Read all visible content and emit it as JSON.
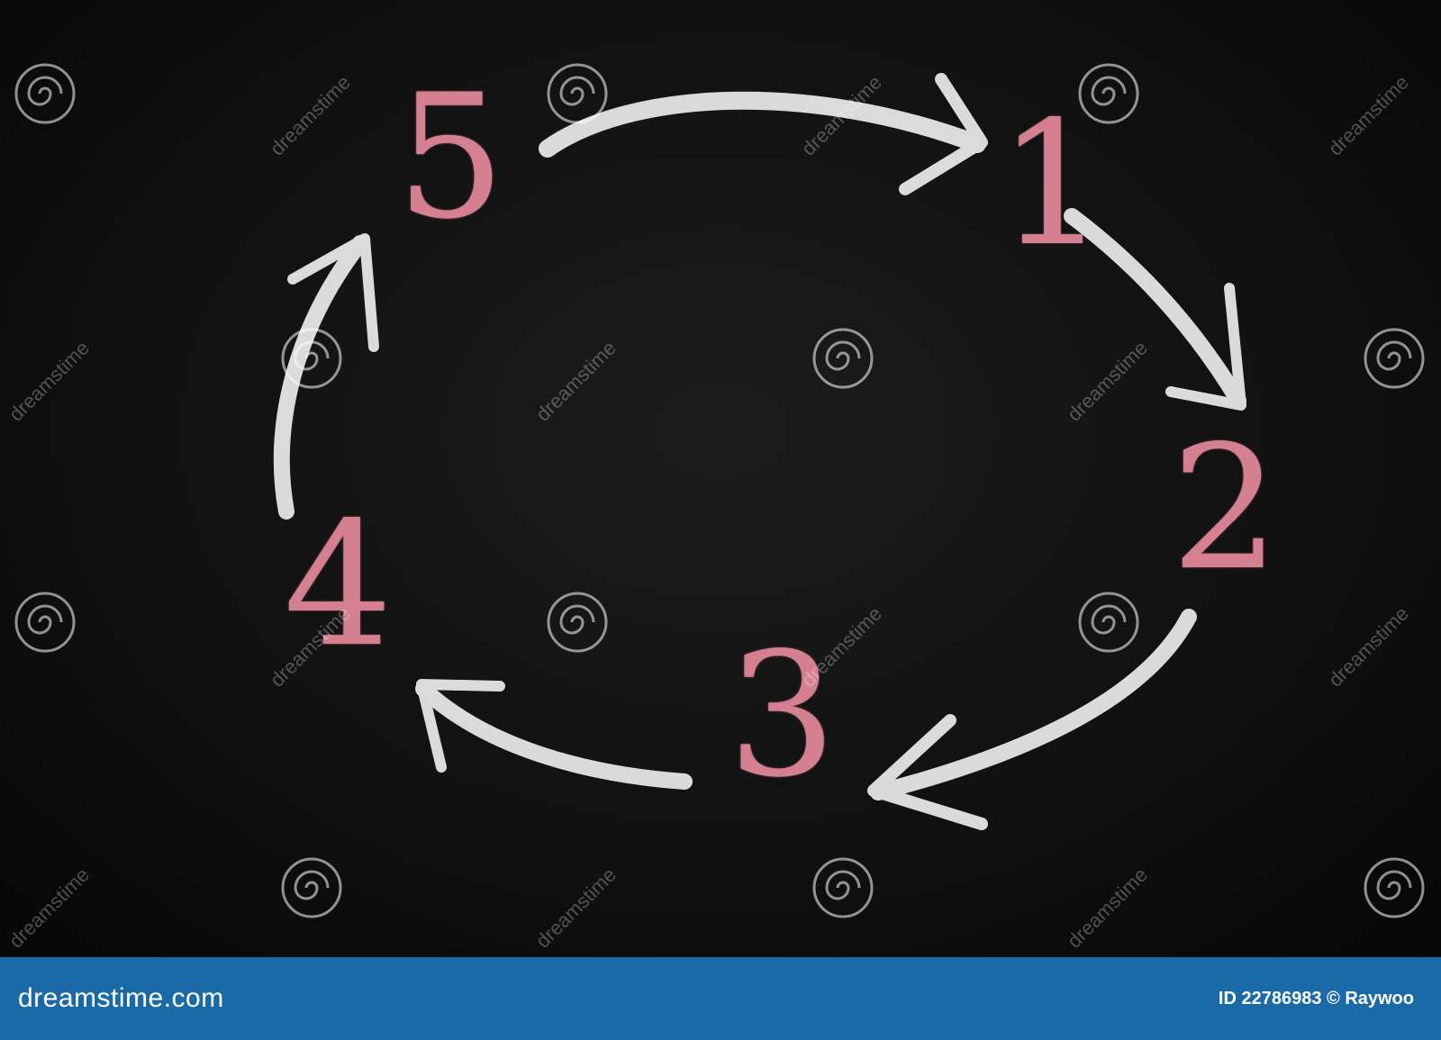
{
  "diagram": {
    "steps": [
      "1",
      "2",
      "3",
      "4",
      "5"
    ]
  },
  "watermark": {
    "text": "dreamstime"
  },
  "footer": {
    "brand": "dreamstime.com",
    "credit": "ID 22786983 © Raywoo"
  },
  "colors": {
    "chalk_pink": "#e58a9b",
    "chalk_white": "#ececec",
    "footer_bar": "#1a6aa8"
  }
}
